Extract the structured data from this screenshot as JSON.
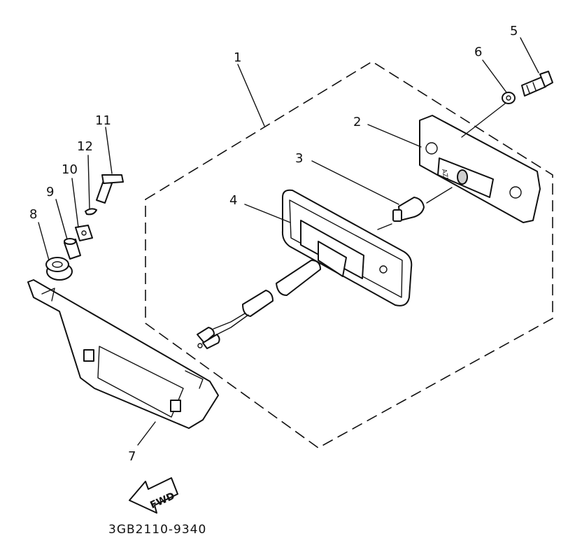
{
  "callouts": [
    "1",
    "2",
    "3",
    "4",
    "5",
    "6",
    "7",
    "8",
    "9",
    "10",
    "11",
    "12"
  ],
  "arrow_label": "FWD",
  "part_code": "3GB2110-9340"
}
